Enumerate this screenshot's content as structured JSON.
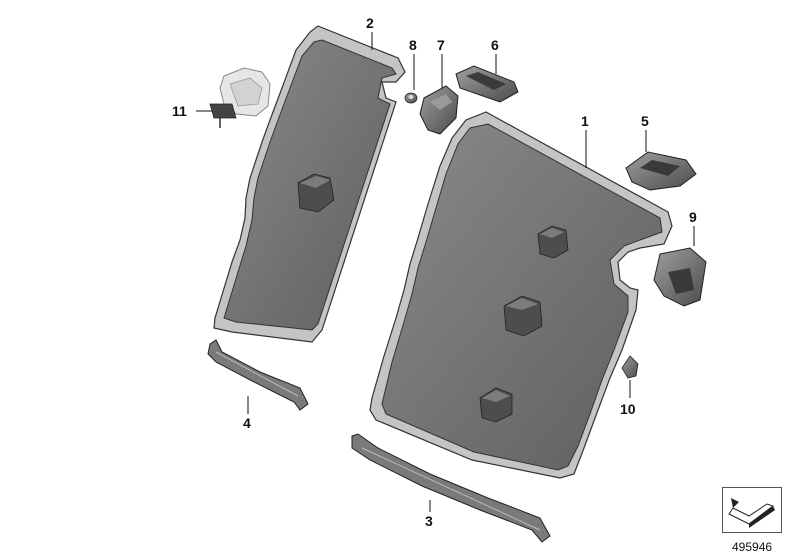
{
  "diagram": {
    "callouts": {
      "c1": "1",
      "c2": "2",
      "c3": "3",
      "c4": "4",
      "c5": "5",
      "c6": "6",
      "c7": "7",
      "c8": "8",
      "c9": "9",
      "c10": "10",
      "c11": "11"
    },
    "reference_number": "495946",
    "colors": {
      "panel_fill": "#6f6f6f",
      "panel_border": "#b9b9b9",
      "panel_shadow": "#3c3c3c",
      "background": "#ffffff"
    }
  }
}
